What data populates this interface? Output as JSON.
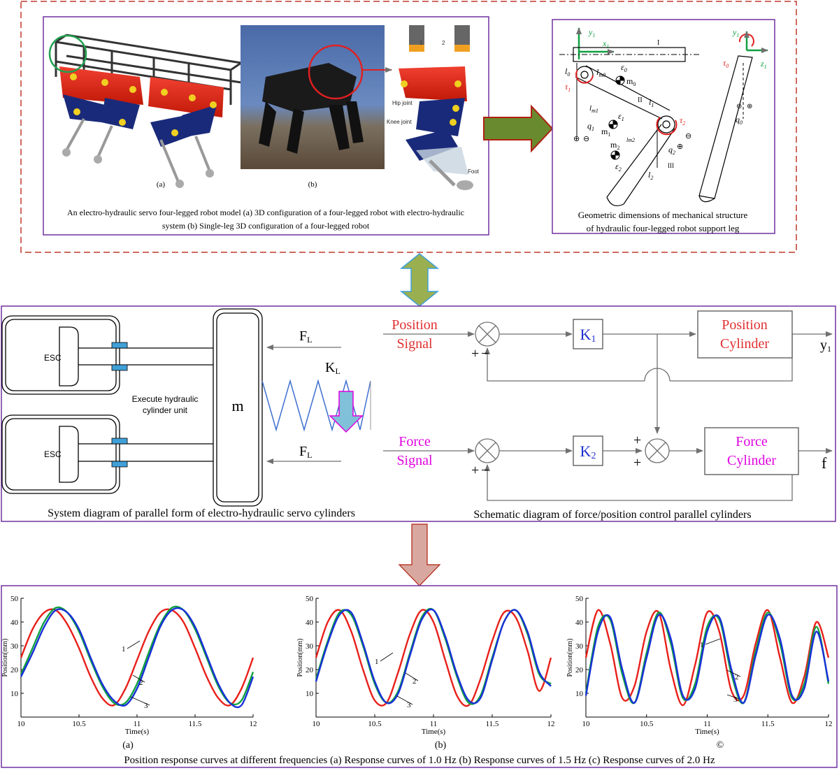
{
  "colors": {
    "dashed_border": "#c0392b",
    "panel_border": "#7030a0",
    "red": "#e03030",
    "magenta": "#e000e0",
    "blue": "#2030d0",
    "curve1": "#e8201a",
    "curve2": "#10a040",
    "curve3": "#1830d8",
    "robot_red": "#e82010",
    "robot_navy": "#1a2a7a",
    "arrow_olive": "#7a9040",
    "arrow_olive_fill": "#9ab050",
    "arrow_pink": "#d8a8a0",
    "arrow_cyan": "#40a0d8",
    "arrow_green_dark": "#6b8a2a",
    "arrow_red_dark": "#b02010"
  },
  "top": {
    "robot_labels": {
      "a": "(a)",
      "b": "(b)",
      "hip": "Hip joint",
      "knee": "Knee joint",
      "foot": "Foot",
      "one": "1",
      "two": "2"
    },
    "caption_line1": "An electro-hydraulic servo four-legged robot model (a) 3D configuration of a four-legged robot with electro-hydraulic",
    "caption_line2": "system (b) Single-leg 3D configuration of a four-legged robot",
    "geometry": {
      "y1": "y",
      "y1_sub": "1",
      "x1": "x",
      "x1_sub": "1",
      "z1": "z",
      "z1_sub": "1",
      "roman1": "I",
      "roman2": "II",
      "roman3": "III",
      "l0": "l",
      "l0_sub": "0",
      "lm0": "l",
      "lm0_sub": "m0",
      "eps0": "ε",
      "eps0_sub": "0",
      "m0": "m",
      "m0_sub": "0",
      "tau1": "τ",
      "tau1_sub": "1",
      "tau2": "τ",
      "tau2_sub": "2",
      "tau0": "τ",
      "tau0_sub": "0",
      "lm1": "l",
      "lm1_sub": "m1",
      "l1": "l",
      "l1_sub": "1",
      "eps1": "ε",
      "eps1_sub": "1",
      "m1": "m",
      "m1_sub": "1",
      "q1": "q",
      "q1_sub": "1",
      "q2": "q",
      "q2_sub": "2",
      "q0": "q",
      "q0_sub": "0",
      "lm2": "lm2",
      "m2": "m",
      "m2_sub": "2",
      "eps2": "ε",
      "eps2_sub": "2",
      "l2": "l",
      "l2_sub": "2",
      "plus": "⊕",
      "minus": "⊖",
      "caption_line1": "Geometric dimensions of mechanical structure",
      "caption_line2": "of hydraulic four-legged robot support leg"
    }
  },
  "middle": {
    "esc": "ESC",
    "execute_line1": "Execute hydraulic",
    "execute_line2": "cylinder unit",
    "mass": "m",
    "FL": "F",
    "FL_sub": "L",
    "KL": "K",
    "KL_sub": "L",
    "left_caption": "System diagram of parallel form of electro-hydraulic servo cylinders",
    "pos_signal_1": "Position",
    "pos_signal_2": "Signal",
    "force_signal_1": "Force",
    "force_signal_2": "Signal",
    "K1": "K",
    "K1_sub": "1",
    "K2": "K",
    "K2_sub": "2",
    "pos_cyl_1": "Position",
    "pos_cyl_2": "Cylinder",
    "force_cyl_1": "Force",
    "force_cyl_2": "Cylinder",
    "y1": "y",
    "y1_sub": "1",
    "f": "f",
    "plus": "+",
    "minus": "−",
    "right_caption": "Schematic diagram of force/position control parallel cylinders"
  },
  "bottom": {
    "caption": "Position response curves at different frequencies (a) Response curves of 1.0 Hz (b) Response curves of 1.5 Hz (c) Response curves of 2.0 Hz",
    "series_labels": [
      "1",
      "2",
      "3"
    ]
  },
  "chart_data": [
    {
      "type": "line",
      "xlabel": "Time(s)",
      "ylabel": "Position(mm)",
      "xlim": [
        10,
        12
      ],
      "ylim": [
        0,
        50
      ],
      "xticks": [
        10,
        10.5,
        11,
        11.5,
        12
      ],
      "xtick_labels": [
        "10",
        "10.5",
        "11",
        "11.5",
        "12"
      ],
      "yticks": [
        0,
        10,
        20,
        30,
        40,
        50
      ],
      "frequency_hz": 1.0,
      "sub_label": "(a)",
      "series": [
        {
          "name": "1",
          "color": "#e8201a",
          "x": [
            10,
            10.1,
            10.2,
            10.3,
            10.4,
            10.5,
            10.6,
            10.7,
            10.8,
            10.9,
            11,
            11.1,
            11.2,
            11.3,
            11.4,
            11.5,
            11.6,
            11.7,
            11.8,
            11.9,
            12
          ],
          "y": [
            25,
            37,
            44,
            45,
            39,
            29,
            17,
            8,
            5,
            12,
            24,
            36,
            44,
            45,
            40,
            29,
            17,
            8,
            5,
            12,
            25
          ]
        },
        {
          "name": "2",
          "color": "#10a040",
          "x": [
            10,
            10.1,
            10.2,
            10.3,
            10.4,
            10.5,
            10.6,
            10.7,
            10.8,
            10.9,
            11,
            11.1,
            11.2,
            11.3,
            11.4,
            11.5,
            11.6,
            11.7,
            11.8,
            11.9,
            12
          ],
          "y": [
            18,
            29,
            40,
            46,
            44,
            36,
            24,
            13,
            6,
            6,
            14,
            27,
            39,
            46,
            45,
            37,
            25,
            13,
            6,
            7,
            19
          ]
        },
        {
          "name": "3",
          "color": "#1830d8",
          "x": [
            10,
            10.1,
            10.2,
            10.3,
            10.4,
            10.5,
            10.6,
            10.7,
            10.8,
            10.9,
            11,
            11.1,
            11.2,
            11.3,
            11.4,
            11.5,
            11.6,
            11.7,
            11.8,
            11.9,
            12
          ],
          "y": [
            17,
            27,
            38,
            45,
            44,
            37,
            25,
            14,
            7,
            5,
            12,
            25,
            38,
            45,
            45,
            38,
            26,
            14,
            6,
            5,
            17
          ]
        }
      ]
    },
    {
      "type": "line",
      "xlabel": "Time(s)",
      "ylabel": "Position(mm)",
      "xlim": [
        10,
        12
      ],
      "ylim": [
        0,
        50
      ],
      "xticks": [
        10,
        10.5,
        11,
        11.5,
        12
      ],
      "xtick_labels": [
        "10",
        "10.5",
        "11",
        "11.5",
        "12"
      ],
      "yticks": [
        0,
        10,
        20,
        30,
        40,
        50
      ],
      "frequency_hz": 1.5,
      "sub_label": "(b)",
      "series": [
        {
          "name": "1",
          "color": "#e8201a",
          "x": [
            10,
            10.1,
            10.2,
            10.3,
            10.4,
            10.5,
            10.6,
            10.7,
            10.8,
            10.9,
            11,
            11.1,
            11.2,
            11.3,
            11.4,
            11.5,
            11.6,
            11.7,
            11.8,
            11.9,
            12
          ],
          "y": [
            25,
            40,
            45,
            36,
            20,
            7,
            6,
            19,
            35,
            45,
            40,
            24,
            9,
            5,
            16,
            32,
            44,
            42,
            28,
            11,
            25
          ]
        },
        {
          "name": "2",
          "color": "#10a040",
          "x": [
            10,
            10.1,
            10.2,
            10.3,
            10.4,
            10.5,
            10.6,
            10.7,
            10.8,
            10.9,
            11,
            11.1,
            11.2,
            11.3,
            11.4,
            11.5,
            11.6,
            11.7,
            11.8,
            11.9,
            12
          ],
          "y": [
            16,
            32,
            44,
            43,
            30,
            14,
            6,
            11,
            27,
            42,
            45,
            33,
            17,
            6,
            9,
            25,
            40,
            45,
            35,
            18,
            14
          ]
        },
        {
          "name": "3",
          "color": "#1830d8",
          "x": [
            10,
            10.1,
            10.2,
            10.3,
            10.4,
            10.5,
            10.6,
            10.7,
            10.8,
            10.9,
            11,
            11.1,
            11.2,
            11.3,
            11.4,
            11.5,
            11.6,
            11.7,
            11.8,
            11.9,
            12
          ],
          "y": [
            15,
            31,
            43,
            44,
            31,
            15,
            6,
            10,
            26,
            41,
            45,
            34,
            18,
            7,
            8,
            24,
            40,
            45,
            36,
            19,
            13
          ]
        }
      ]
    },
    {
      "type": "line",
      "xlabel": "Time(s)",
      "ylabel": "Position(mm)",
      "xlim": [
        10,
        12
      ],
      "ylim": [
        0,
        50
      ],
      "xticks": [
        10,
        10.5,
        11,
        11.5,
        12
      ],
      "xtick_labels": [
        "10",
        "10.5",
        "11",
        "11.5",
        "12"
      ],
      "yticks": [
        0,
        10,
        20,
        30,
        40,
        50
      ],
      "frequency_hz": 2.0,
      "sub_label": "©",
      "series": [
        {
          "name": "1",
          "color": "#e8201a",
          "x": [
            10,
            10.1,
            10.2,
            10.3,
            10.4,
            10.5,
            10.6,
            10.7,
            10.8,
            10.9,
            11,
            11.1,
            11.2,
            11.3,
            11.4,
            11.5,
            11.6,
            11.7,
            11.8,
            11.9,
            12
          ],
          "y": [
            25,
            45,
            31,
            8,
            13,
            36,
            44,
            20,
            5,
            22,
            44,
            36,
            11,
            9,
            31,
            45,
            25,
            6,
            17,
            40,
            25
          ]
        },
        {
          "name": "2",
          "color": "#10a040",
          "x": [
            10,
            10.1,
            10.2,
            10.3,
            10.4,
            10.5,
            10.6,
            10.7,
            10.8,
            10.9,
            11,
            11.1,
            11.2,
            11.3,
            11.4,
            11.5,
            11.6,
            11.7,
            11.8,
            11.9,
            12
          ],
          "y": [
            10,
            38,
            41,
            18,
            6,
            27,
            44,
            31,
            8,
            14,
            38,
            41,
            18,
            6,
            28,
            44,
            31,
            8,
            14,
            38,
            14
          ]
        },
        {
          "name": "3",
          "color": "#1830d8",
          "x": [
            10,
            10.1,
            10.2,
            10.3,
            10.4,
            10.5,
            10.6,
            10.7,
            10.8,
            10.9,
            11,
            11.1,
            11.2,
            11.3,
            11.4,
            11.5,
            11.6,
            11.7,
            11.8,
            11.9,
            12
          ],
          "y": [
            9,
            36,
            42,
            20,
            6,
            25,
            43,
            33,
            9,
            12,
            36,
            42,
            20,
            6,
            26,
            43,
            33,
            9,
            12,
            36,
            15
          ]
        }
      ]
    }
  ]
}
